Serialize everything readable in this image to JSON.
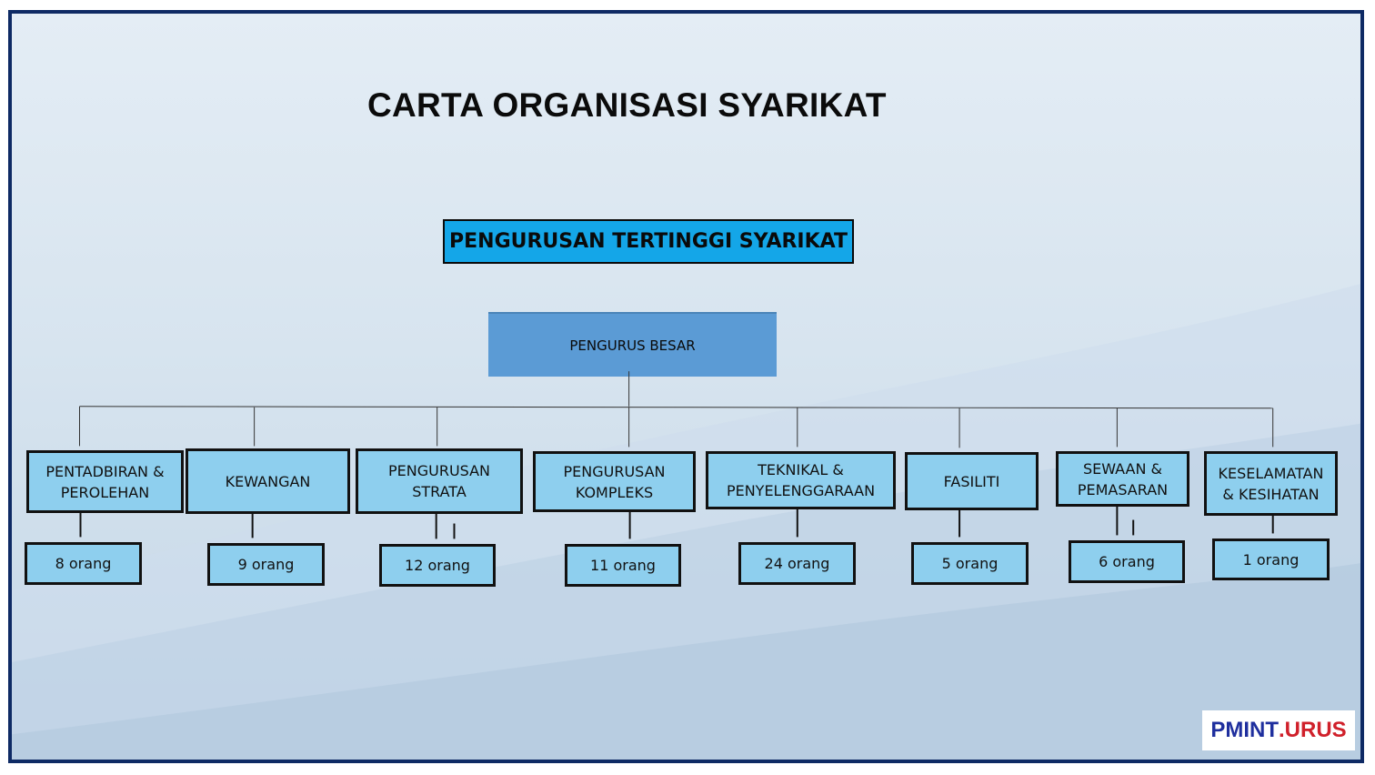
{
  "title": "CARTA ORGANISASI SYARIKAT",
  "top_management": "PENGURUSAN TERTINGGI SYARIKAT",
  "board": "PENGURUS BESAR",
  "departments": [
    {
      "name": "PENTADBIRAN &\nPEROLEHAN",
      "count": "8 orang"
    },
    {
      "name": "KEWANGAN",
      "count": "9 orang"
    },
    {
      "name": "PENGURUSAN\nSTRATA",
      "count": "12 orang"
    },
    {
      "name": "PENGURUSAN\nKOMPLEKS",
      "count": "11 orang"
    },
    {
      "name": "TEKNIKAL &\nPENYELENGGARAAN",
      "count": "24 orang"
    },
    {
      "name": "FASILITI",
      "count": "5 orang"
    },
    {
      "name": "SEWAAN &\nPEMASARAN",
      "count": "6 orang"
    },
    {
      "name": "KESELAMATAN\n& KESIHATAN",
      "count": "1 orang"
    }
  ],
  "logo": {
    "part1": "PMINT",
    "part2": ".URUS"
  },
  "colors": {
    "frame_border": "#0e2a64",
    "top_box": "#14a6e8",
    "board_box": "#5b9bd5",
    "dept_box": "#8ecfee",
    "logo_blue": "#1f2f9e",
    "logo_red": "#d0202a"
  }
}
